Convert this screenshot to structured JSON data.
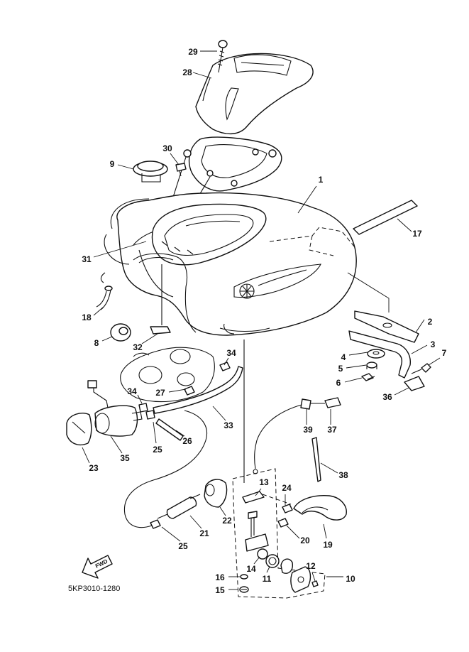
{
  "diagram_code": "5KP3010-1280",
  "fwd_label": "FWD",
  "callouts": [
    "1",
    "2",
    "3",
    "4",
    "5",
    "6",
    "7",
    "8",
    "9",
    "10",
    "11",
    "12",
    "13",
    "14",
    "15",
    "16",
    "17",
    "18",
    "19",
    "20",
    "21",
    "22",
    "23",
    "24",
    "25",
    "25",
    "26",
    "27",
    "28",
    "29",
    "30",
    "31",
    "32",
    "33",
    "34",
    "34",
    "35",
    "36",
    "37",
    "38",
    "39"
  ],
  "colors": {
    "line": "#111111",
    "background": "#ffffff"
  },
  "icons": [
    "fwd-arrow-icon"
  ]
}
